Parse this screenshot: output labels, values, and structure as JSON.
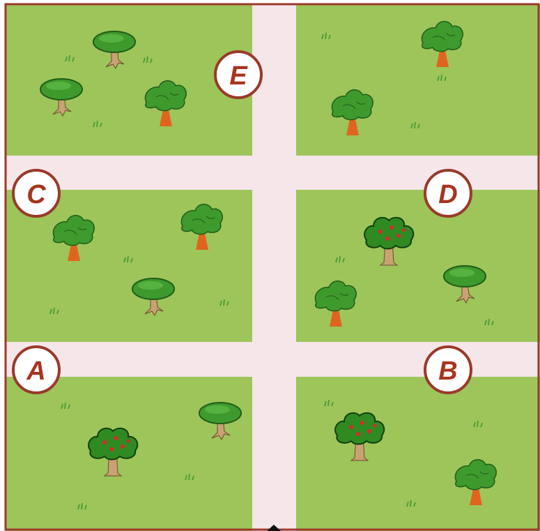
{
  "labels": {
    "a": "A",
    "b": "B",
    "c": "C",
    "d": "D",
    "e": "E"
  },
  "colors": {
    "grass": "#9dc55a",
    "road": "#f5e6ea",
    "border": "#9a3a2a",
    "label_fill": "#ffffff",
    "label_ring": "#9a3a2a",
    "label_text": "#a8341f",
    "canopy": "#3f9a2e",
    "canopy_dark": "#1f5c18",
    "trunk_orange": "#e0641e",
    "trunk_tan": "#c9a273",
    "apple": "#d42a2a",
    "grass_tuft": "#4a9a34"
  },
  "icons": {
    "fruit_tree": "apple-tree-icon",
    "leafy_tree": "leafy-tree-icon",
    "bushy_tree": "bushy-tree-icon",
    "grass": "grass-tuft-icon"
  }
}
